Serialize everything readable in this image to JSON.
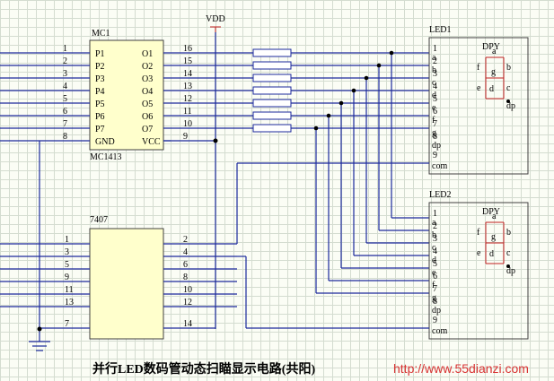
{
  "title": "并行LED数码管动态扫瞄显示电路(共阳)",
  "watermark": "http://www.55dianzi.com",
  "vdd_label": "VDD",
  "mc1413": {
    "ref": "MC1",
    "part": "MC1413",
    "left_pins": [
      {
        "num": "1",
        "name": "P1"
      },
      {
        "num": "2",
        "name": "P2"
      },
      {
        "num": "3",
        "name": "P3"
      },
      {
        "num": "4",
        "name": "P4"
      },
      {
        "num": "5",
        "name": "P5"
      },
      {
        "num": "6",
        "name": "P6"
      },
      {
        "num": "7",
        "name": "P7"
      },
      {
        "num": "8",
        "name": "GND"
      }
    ],
    "right_pins": [
      {
        "num": "16",
        "name": "O1"
      },
      {
        "num": "15",
        "name": "O2"
      },
      {
        "num": "14",
        "name": "O3"
      },
      {
        "num": "13",
        "name": "O4"
      },
      {
        "num": "12",
        "name": "O5"
      },
      {
        "num": "11",
        "name": "O6"
      },
      {
        "num": "10",
        "name": "O7"
      },
      {
        "num": "9",
        "name": "VCC"
      }
    ]
  },
  "ic7407": {
    "part": "7407",
    "left_pins": [
      "1",
      "3",
      "5",
      "9",
      "11",
      "13",
      "7"
    ],
    "right_pins": [
      "2",
      "4",
      "6",
      "8",
      "10",
      "12",
      "14"
    ]
  },
  "leds": [
    {
      "ref": "LED1",
      "type": "DPY",
      "pins": [
        {
          "num": "1",
          "name": "a"
        },
        {
          "num": "2",
          "name": "b"
        },
        {
          "num": "3",
          "name": "c"
        },
        {
          "num": "4",
          "name": "d"
        },
        {
          "num": "5",
          "name": "e"
        },
        {
          "num": "6",
          "name": "f"
        },
        {
          "num": "7",
          "name": "g"
        },
        {
          "num": "8",
          "name": "dp"
        }
      ],
      "com_pin": {
        "num": "9",
        "name": "com"
      },
      "segments": [
        "a",
        "b",
        "c",
        "d",
        "e",
        "f",
        "g",
        "dp"
      ]
    },
    {
      "ref": "LED2",
      "type": "DPY",
      "pins": [
        {
          "num": "1",
          "name": "a"
        },
        {
          "num": "2",
          "name": "b"
        },
        {
          "num": "3",
          "name": "c"
        },
        {
          "num": "4",
          "name": "d"
        },
        {
          "num": "5",
          "name": "e"
        },
        {
          "num": "6",
          "name": "f"
        },
        {
          "num": "7",
          "name": "g"
        },
        {
          "num": "8",
          "name": "dp"
        }
      ],
      "com_pin": {
        "num": "9",
        "name": "com"
      },
      "segments": [
        "a",
        "b",
        "c",
        "d",
        "e",
        "f",
        "g",
        "dp"
      ]
    }
  ]
}
